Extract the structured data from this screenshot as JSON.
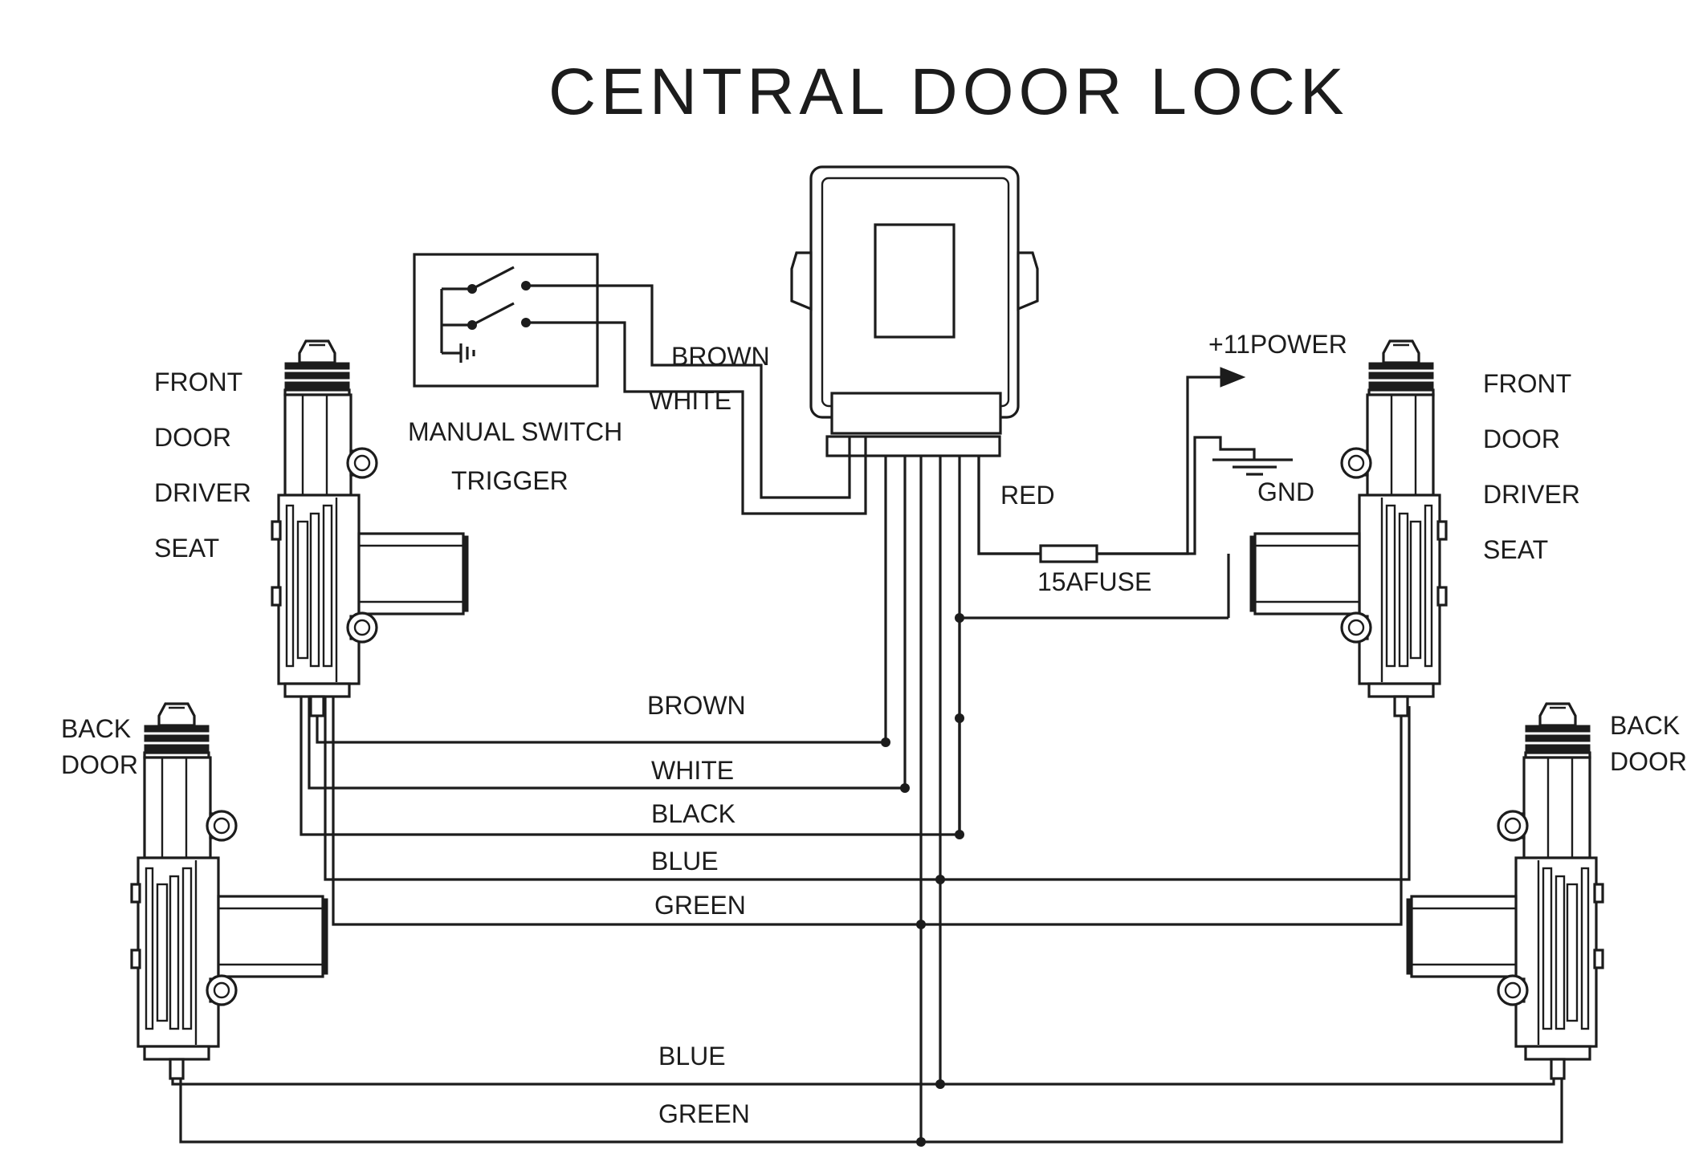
{
  "title": "CENTRAL DOOR LOCK",
  "labels": {
    "front_left": [
      "FRONT",
      "DOOR",
      "DRIVER",
      "SEAT"
    ],
    "front_right": [
      "FRONT",
      "DOOR",
      "DRIVER",
      "SEAT"
    ],
    "back_left": [
      "BACK",
      "DOOR"
    ],
    "back_right": [
      "BACK",
      "DOOR"
    ],
    "manual_switch": "MANUAL SWITCH",
    "trigger": "TRIGGER",
    "switch_brown": "BROWN",
    "switch_white": "WHITE",
    "power": "+11POWER",
    "red": "RED",
    "gnd": "GND",
    "fuse": "15AFUSE",
    "bus_brown": "BROWN",
    "bus_white": "WHITE",
    "bus_black": "BLACK",
    "bus_blue": "BLUE",
    "bus_green": "GREEN",
    "bottom_blue": "BLUE",
    "bottom_green": "GREEN"
  }
}
